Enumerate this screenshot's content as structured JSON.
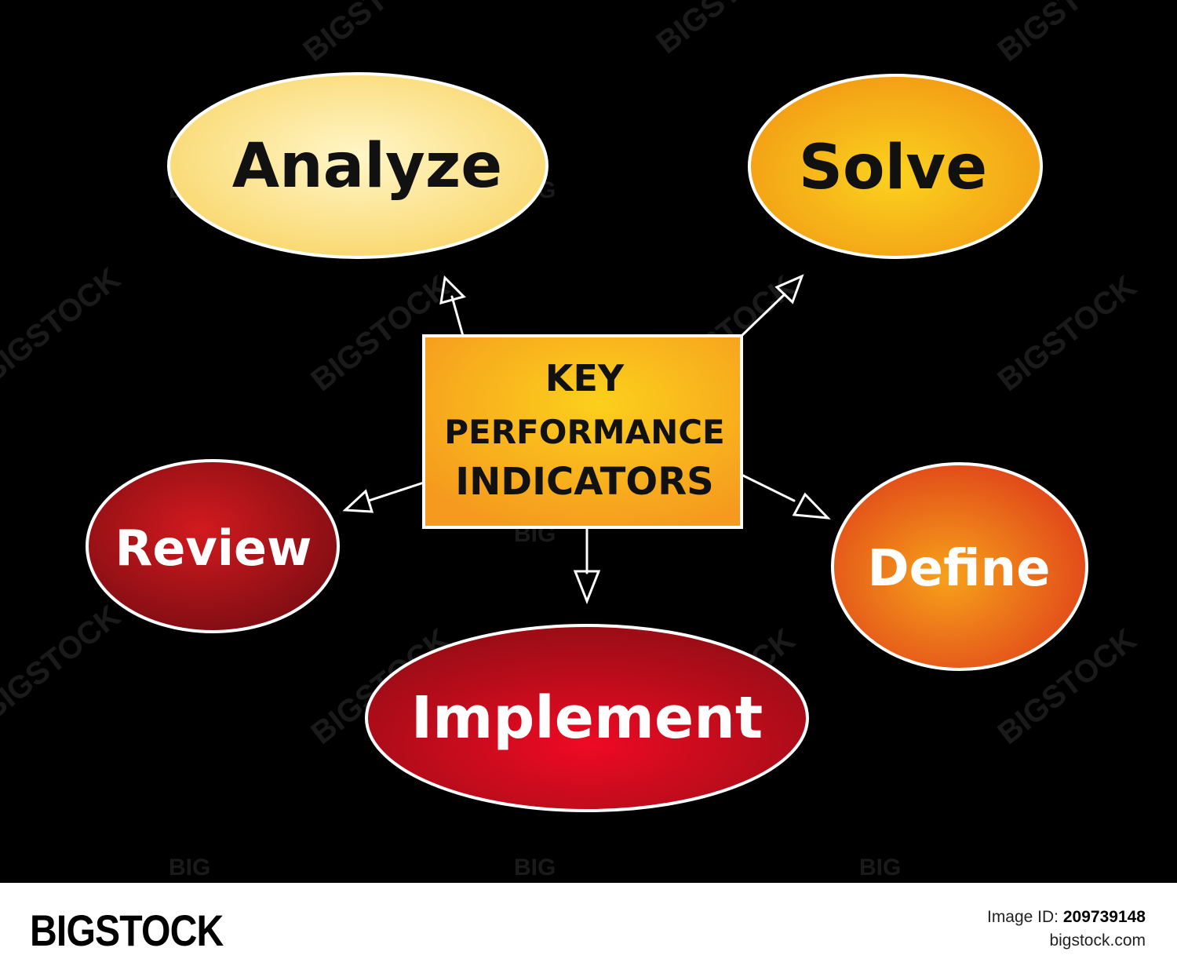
{
  "center": {
    "lines": [
      "KEY",
      "PERFORMANCE",
      "INDICATORS"
    ]
  },
  "nodes": {
    "analyze": "Analyze",
    "solve": "Solve",
    "review": "Review",
    "define": "Define",
    "implement": "Implement"
  },
  "colors": {
    "analyze": "#fbe58a",
    "solve": "#f8b81a",
    "review": "#a8121a",
    "define": "#ef6a14",
    "implement": "#c8101e",
    "center": "#f9b01e"
  },
  "watermark": {
    "stock": "BIGSTOCK",
    "big": "BIG"
  },
  "footer": {
    "brand": "BIGSTOCK",
    "image_id_label": "Image ID:",
    "image_id": "209739148",
    "site": "bigstock.com"
  }
}
